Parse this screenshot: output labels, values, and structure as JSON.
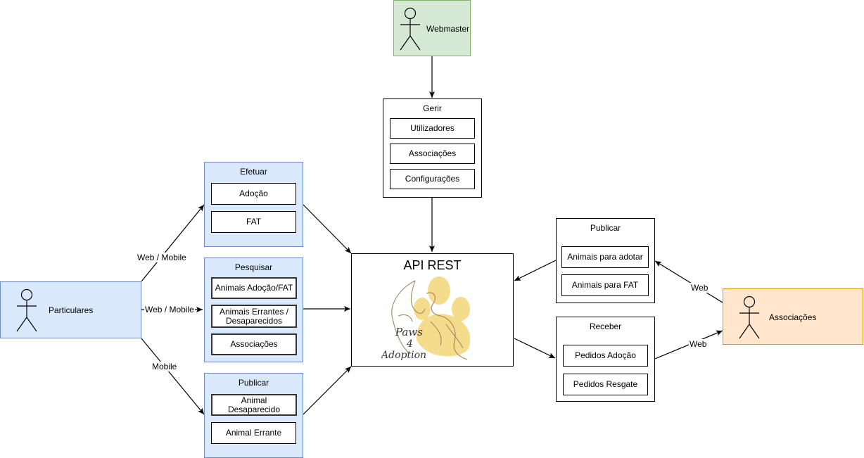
{
  "actors": {
    "webmaster": "Webmaster",
    "particulares": "Particulares",
    "associacoes": "Associações"
  },
  "gerir": {
    "title": "Gerir",
    "items": [
      "Utilizadores",
      "Associações",
      "Configurações"
    ]
  },
  "efetuar": {
    "title": "Efetuar",
    "items": [
      "Adoção",
      "FAT"
    ]
  },
  "pesquisar": {
    "title": "Pesquisar",
    "items": [
      "Animais Adoção/FAT",
      "Animais Errantes / Desaparecidos",
      "Associações"
    ]
  },
  "publicar_left": {
    "title": "Publicar",
    "items": [
      "Animal Desaparecido",
      "Animal Errante"
    ]
  },
  "publicar_right": {
    "title": "Publicar",
    "items": [
      "Animais para adotar",
      "Animais para FAT"
    ]
  },
  "receber": {
    "title": "Receber",
    "items": [
      "Pedidos Adoção",
      "Pedidos Resgate"
    ]
  },
  "api": {
    "title": "API REST",
    "logo_text": [
      "Paws",
      "4",
      "Adoption"
    ]
  },
  "edge_labels": {
    "web_mobile_1": "Web / Mobile",
    "web_mobile_2": "Web / Mobile",
    "mobile": "Mobile",
    "web_1": "Web",
    "web_2": "Web"
  },
  "colors": {
    "blue_fill": "#dae8fc",
    "blue_stroke": "#6c8ebf",
    "green_fill": "#d5e8d4",
    "green_stroke": "#82b366",
    "orange_fill": "#ffe6cc",
    "orange_stroke": "#d79b00",
    "logo_paw": "#f5dc8c",
    "logo_outline": "#b09060"
  }
}
